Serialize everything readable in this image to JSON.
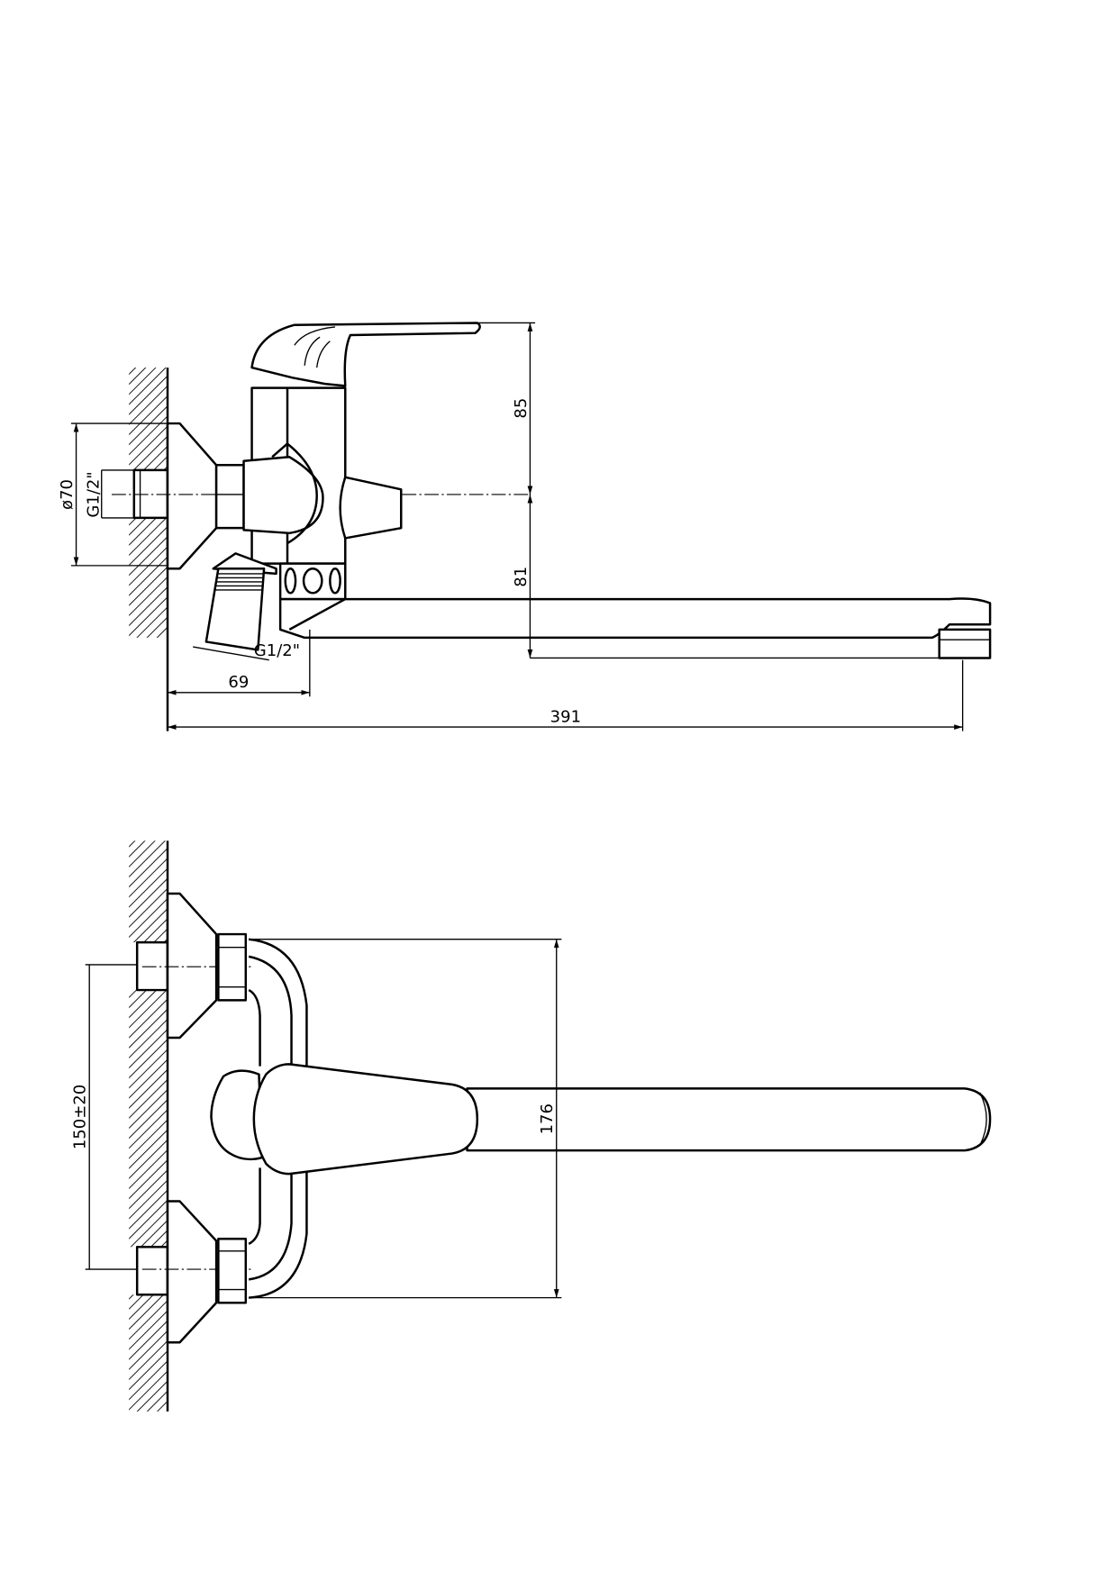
{
  "drawing": {
    "side_view": {
      "dimensions": {
        "flange_diameter": "ø70",
        "wall_thread": "G1/2\"",
        "shower_thread": "G1/2\"",
        "height_upper": "85",
        "height_lower": "81",
        "wall_to_shower_outlet": "69",
        "total_length": "391"
      }
    },
    "front_view": {
      "dimensions": {
        "inlet_spacing": "150±20",
        "body_height": "176"
      }
    }
  }
}
